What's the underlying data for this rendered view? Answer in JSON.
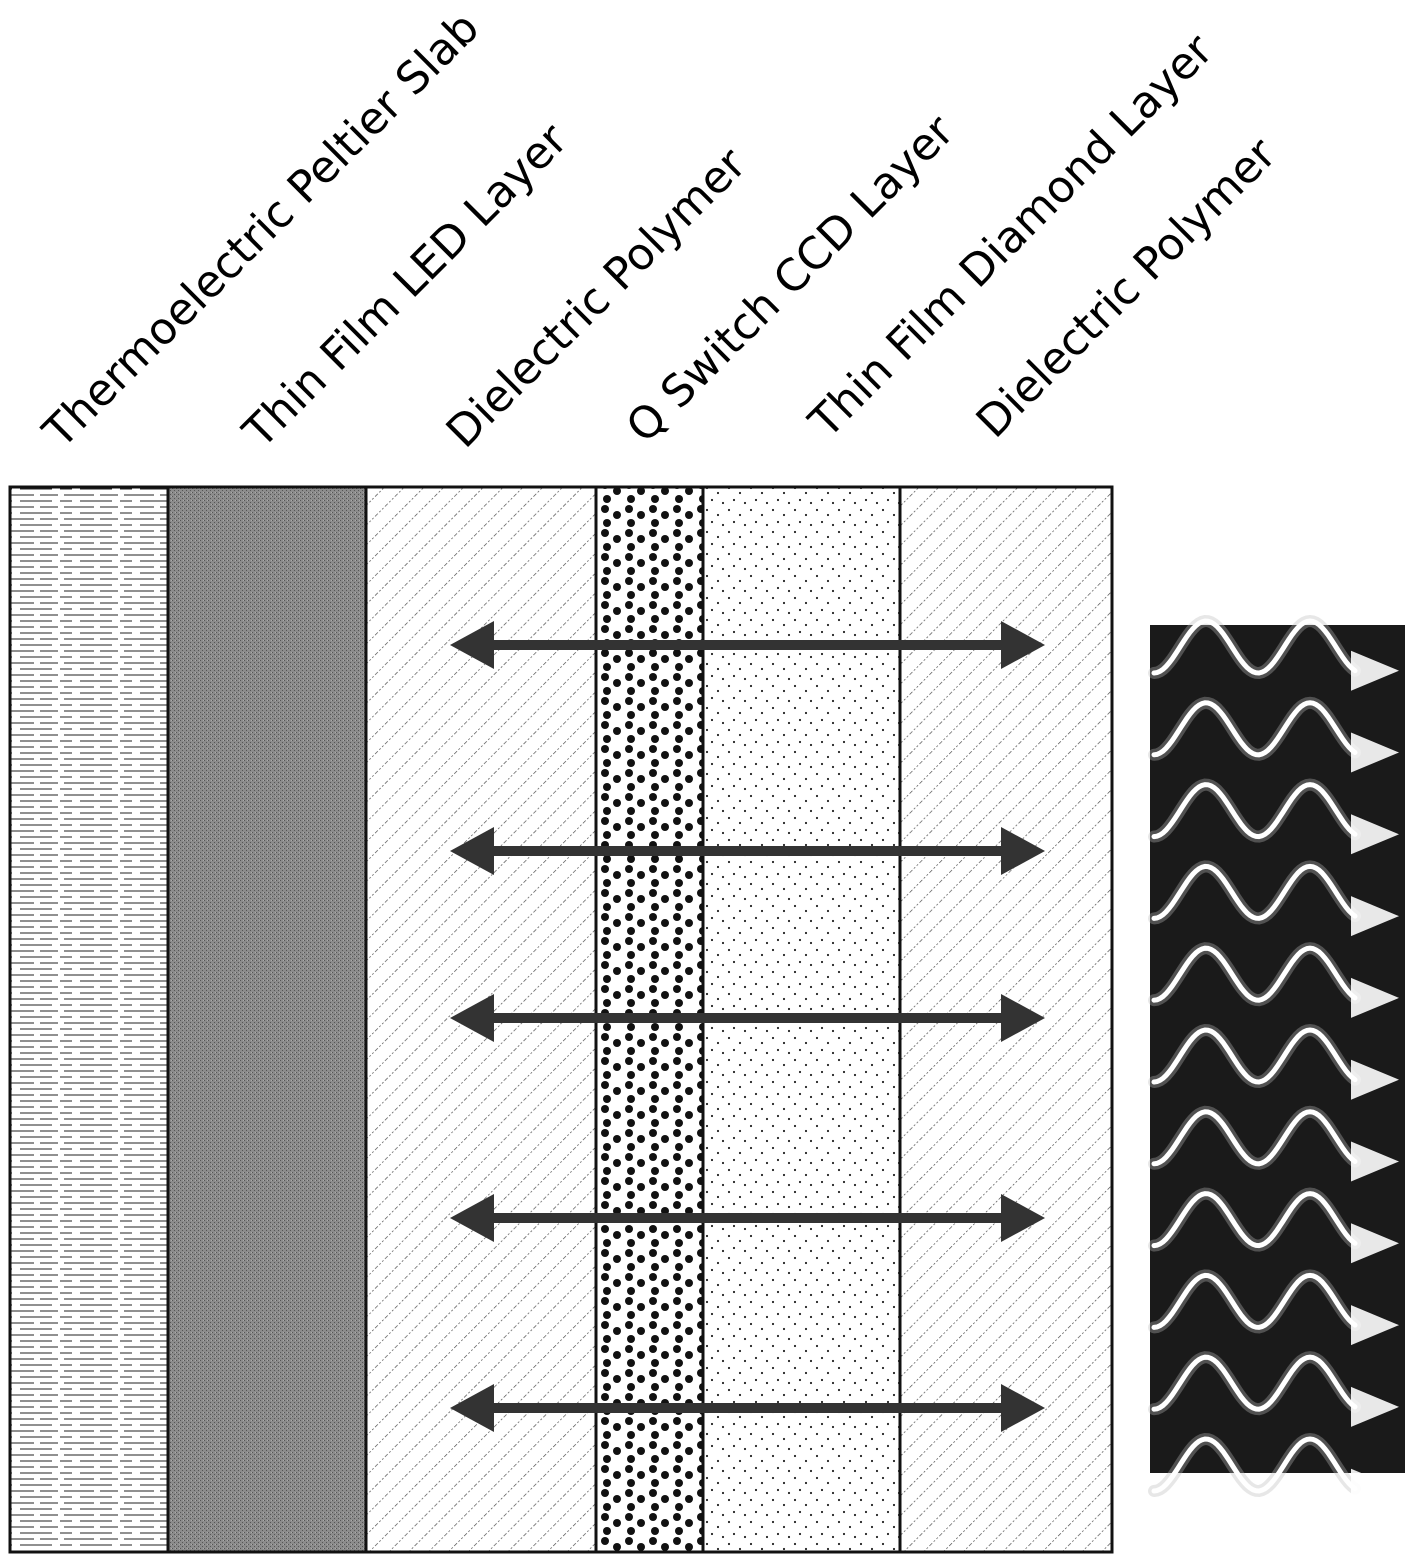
{
  "layers": [
    {
      "label": "Thermoelectric Peltier Slab",
      "pattern": "horizontal-dashes"
    },
    {
      "label": "Thin Film LED Layer",
      "pattern": "dense-gray-stipple"
    },
    {
      "label": "Dielectric Polymer",
      "pattern": "diagonal-hatch"
    },
    {
      "label": "Q Switch CCD Layer",
      "pattern": "large-dots"
    },
    {
      "label": "Thin Film Diamond Layer",
      "pattern": "sparse-dots"
    },
    {
      "label": "Dielectric Polymer",
      "pattern": "diagonal-hatch"
    }
  ],
  "arrow_count": 5,
  "wave_count": 11,
  "colors": {
    "ink": "#111111",
    "arrow": "#333333",
    "led_gray": "#8c8c8c",
    "panel_dark": "#1a1a1a",
    "wave": "#ffffff"
  },
  "icons": {
    "arrow": "double-headed-arrow-icon",
    "wave": "light-wave-arrow-icon"
  }
}
